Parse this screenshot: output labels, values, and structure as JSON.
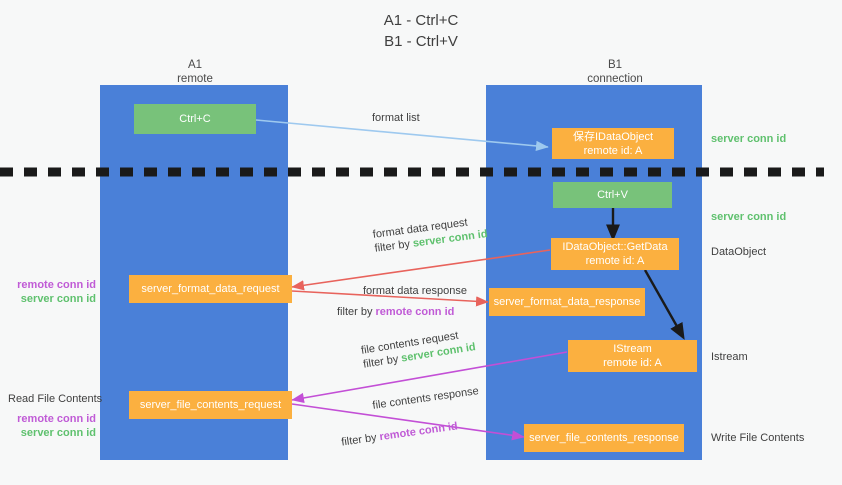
{
  "title": {
    "line1": "A1 - Ctrl+C",
    "line2": "B1 - Ctrl+V"
  },
  "columns": [
    {
      "name": "A1",
      "role": "remote"
    },
    {
      "name": "B1",
      "role": "connection"
    }
  ],
  "nodes": {
    "ctrl_c": {
      "line1": "Ctrl+C"
    },
    "ctrl_v": {
      "line1": "Ctrl+V"
    },
    "save_idataobject": {
      "line1": "保存IDataObject",
      "line2": "remote id: A"
    },
    "getdata": {
      "line1": "IDataObject::GetData",
      "line2": "remote id: A"
    },
    "istream": {
      "line1": "IStream",
      "line2": "remote id: A"
    },
    "server_format_data_request": {
      "line1": "server_format_data_request"
    },
    "server_format_data_response": {
      "line1": "server_format_data_response"
    },
    "server_file_contents_request": {
      "line1": "server_file_contents_request"
    },
    "server_file_contents_response": {
      "line1": "server_file_contents_response"
    }
  },
  "edge_labels": {
    "format_list": "format list",
    "format_data_request": "format data request",
    "format_data_request_filter_prefix": "filter by ",
    "format_data_request_filter_key": "server conn id",
    "format_data_response": "format data response",
    "format_data_response_filter_prefix": "filter by ",
    "format_data_response_filter_key": "remote conn id",
    "file_contents_request": "file contents request",
    "file_contents_request_filter_prefix": "filter by ",
    "file_contents_request_filter_key": "server conn id",
    "file_contents_response": "file contents response",
    "file_contents_response_filter_prefix": "filter by ",
    "file_contents_response_filter_key": "remote conn id"
  },
  "right_annotations": [
    {
      "text": "server conn id",
      "kind": "server"
    },
    {
      "text": "server conn id",
      "kind": "server"
    },
    {
      "text": "DataObject",
      "kind": "plain"
    },
    {
      "text": "Istream",
      "kind": "plain"
    },
    {
      "text": "Write File Contents",
      "kind": "plain"
    }
  ],
  "left_annotations": {
    "block1_remote": "remote conn id",
    "block1_server": "server conn id",
    "read_file_contents": "Read File Contents",
    "block2_remote": "remote conn id",
    "block2_server": "server conn id"
  },
  "colors": {
    "lane": "#4a80d8",
    "green_node": "#78c27a",
    "orange_node": "#fbb040",
    "server_conn_id": "#5fc16e",
    "remote_conn_id": "#c05bd6",
    "arrow_format_list": "#9ec9ef",
    "arrow_format_data": "#e8635c",
    "arrow_file_contents": "#c34fd6",
    "arrow_flow": "#1a1a1a",
    "divider": "#1a1a1a",
    "background": "#f7f8f8"
  }
}
